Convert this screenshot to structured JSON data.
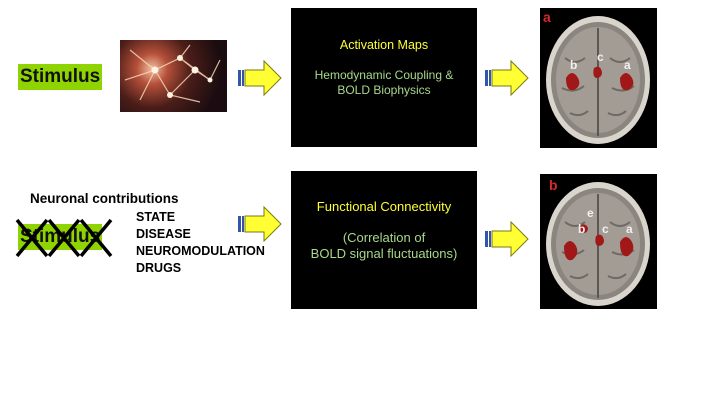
{
  "row1": {
    "stimulus_label": "Stimulus",
    "box_title": "Activation Maps",
    "box_line1": "Hemodynamic Coupling &",
    "box_line2": "BOLD Biophysics",
    "panel_letter": "a",
    "region_labels": [
      "b",
      "c",
      "a"
    ]
  },
  "row2": {
    "heading": "Neuronal contributions",
    "stimulus_label": "Stimulus",
    "factors": [
      "STATE",
      "DISEASE",
      "NEUROMODULATION",
      "DRUGS"
    ],
    "box_title": "Functional Connectivity",
    "box_line1": "(Correlation of",
    "box_line2": "BOLD signal fluctuations)",
    "panel_letter": "b",
    "region_labels": [
      "e",
      "b",
      "c",
      "a"
    ]
  },
  "colors": {
    "stimulus_bg": "#8fd400",
    "arrow_fill": "#ffff33",
    "title_text": "#ffff33",
    "body_text": "#a8d88a",
    "panel_letter": "#d42a2a"
  },
  "icons": [
    "neuron-network-image",
    "block-arrow-icon",
    "brain-mri-scan",
    "crossed-out-mark"
  ]
}
